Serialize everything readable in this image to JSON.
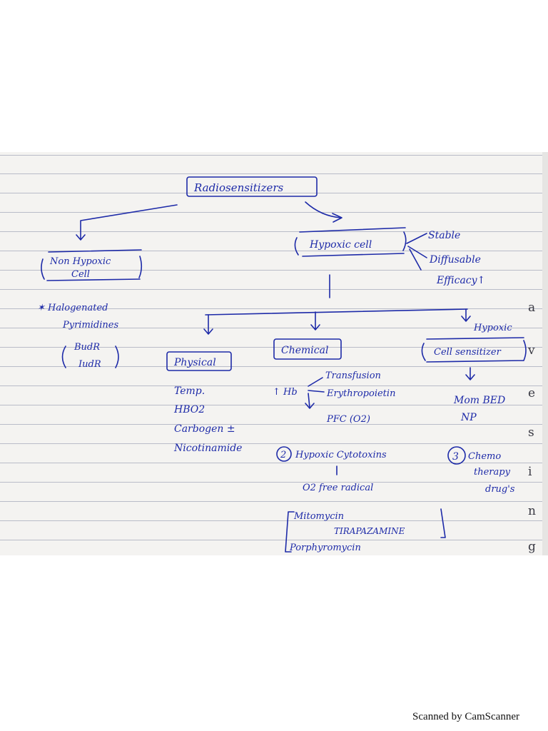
{
  "root": "Radiosensitizers",
  "left_branch": {
    "title": [
      "Non Hypoxic",
      "Cell"
    ],
    "items": [
      "✶ Halogenated",
      "Pyrimidines"
    ],
    "examples": [
      "BudR",
      "IudR"
    ]
  },
  "right_branch": {
    "title": "Hypoxic cell",
    "properties": [
      "Stable",
      "Diffusable",
      "Efficacy↑"
    ],
    "branches": {
      "physical": {
        "label": "Physical",
        "items": [
          "Temp.",
          "HBO2",
          "Carbogen ±",
          "Nicotinamide"
        ]
      },
      "chemical": {
        "label": "Chemical",
        "hb": "↑ Hb",
        "hb_items": [
          "Transfusion",
          "Erythropoietin",
          "PFC (O2)"
        ],
        "point2": "2",
        "point2_text": "Hypoxic Cytotoxins",
        "point2_sub": "O2 free radical",
        "point2_drugs": [
          "Mitomycin",
          "TIRAPAZAMINE",
          "Porphyromycin"
        ]
      },
      "hypoxic_cell_sensitizer": {
        "label_top": "Hypoxic",
        "label": "Cell sensitizer",
        "items": [
          "Mom BED",
          "NP"
        ],
        "point3": "3",
        "point3_text": [
          "Chemo",
          "therapy",
          "drug's"
        ]
      }
    }
  },
  "page_edge_letters": [
    "a",
    "v",
    "e",
    "s",
    "i",
    "n",
    "g"
  ],
  "footer": "Scanned by CamScanner"
}
